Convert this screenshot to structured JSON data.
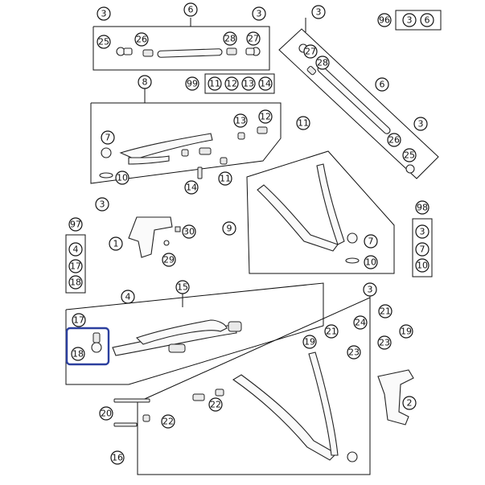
{
  "callouts": {
    "c3_a": "3",
    "c6_top": "6",
    "c3_b": "3",
    "c3_c": "3",
    "c96": "96",
    "c96_3": "3",
    "c96_6": "6",
    "c25_a": "25",
    "c26_a": "26",
    "c28_a": "28",
    "c27_a": "27",
    "c27_b": "27",
    "c28_b": "28",
    "c8": "8",
    "c99": "99",
    "c99_11": "11",
    "c99_12": "12",
    "c99_13": "13",
    "c99_14": "14",
    "c6_right": "6",
    "c13": "13",
    "c12": "12",
    "c11_a": "11",
    "c7_a": "7",
    "c10_a": "10",
    "c26_b": "26",
    "c3_d": "3",
    "c25_b": "25",
    "c14": "14",
    "c11_b": "11",
    "c3_e": "3",
    "c97": "97",
    "c97_4": "4",
    "c97_17": "17",
    "c97_18": "18",
    "c1": "1",
    "c30": "30",
    "c29": "29",
    "c9": "9",
    "c98": "98",
    "c98_3": "3",
    "c98_7": "7",
    "c98_10": "10",
    "c7_b": "7",
    "c10_b": "10",
    "c4": "4",
    "c15": "15",
    "c3_f": "3",
    "c17": "17",
    "c18": "18",
    "c24": "24",
    "c21_a": "21",
    "c21_b": "21",
    "c19_a": "19",
    "c19_b": "19",
    "c23_a": "23",
    "c23_b": "23",
    "c2": "2",
    "c20": "20",
    "c22_a": "22",
    "c22_b": "22",
    "c16": "16"
  },
  "colors": {
    "highlight": "#2b3f9e",
    "line": "#111111"
  }
}
